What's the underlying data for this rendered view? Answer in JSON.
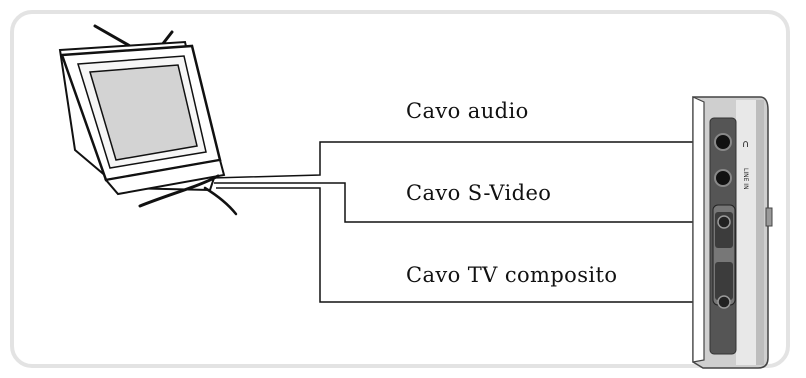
{
  "labels": {
    "audio_cable": "Cavo audio",
    "svideo_cable": "Cavo S-Video",
    "composite_cable": "Cavo TV composito"
  },
  "device_markings": {
    "headphone": "∩",
    "line_in": "LINE IN"
  },
  "colors": {
    "frame_border": "#e3e3e3",
    "line": "#111111",
    "device_gray": "#c8c8c8"
  }
}
